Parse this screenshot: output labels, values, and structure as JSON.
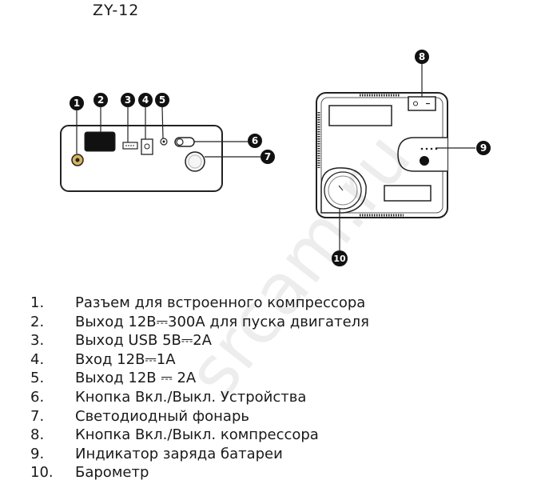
{
  "model": "ZY-12",
  "watermark": "srcam.ru",
  "callouts": {
    "c1": "1",
    "c2": "2",
    "c3": "3",
    "c4": "4",
    "c5": "5",
    "c6": "6",
    "c7": "7",
    "c8": "8",
    "c9": "9",
    "c10": "10"
  },
  "legend": [
    {
      "num": "1.",
      "text": "Разъем для встроенного компрессора"
    },
    {
      "num": "2.",
      "text": "Выход 12В⎓300А для пуска двигателя"
    },
    {
      "num": "3.",
      "text": "Выход USB 5В⎓2А"
    },
    {
      "num": "4.",
      "text": "Вход 12В⎓1А"
    },
    {
      "num": "5.",
      "text": "Выход 12В ⎓ 2А"
    },
    {
      "num": "6.",
      "text": "Кнопка Вкл./Выкл. Устройства"
    },
    {
      "num": "7.",
      "text": "Светодиодный фонарь"
    },
    {
      "num": "8.",
      "text": "Кнопка Вкл./Выкл. компрессора"
    },
    {
      "num": "9.",
      "text": "Индикатор заряда батареи"
    },
    {
      "num": "10.",
      "text": "Барометр"
    }
  ]
}
